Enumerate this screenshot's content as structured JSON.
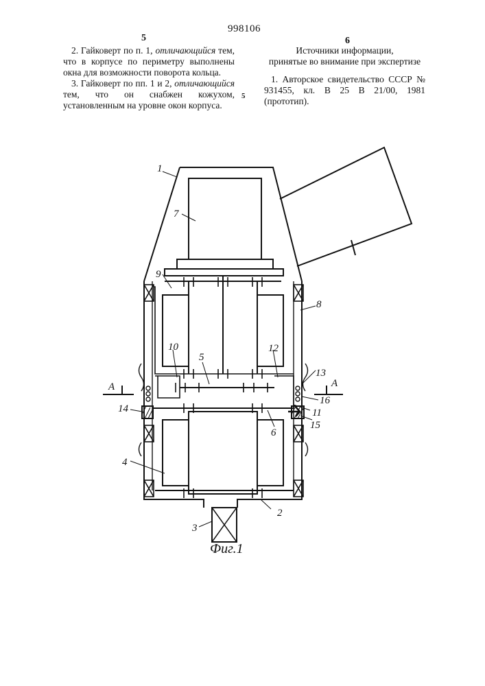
{
  "header": {
    "doc_number": "998106",
    "left_column_number": "5",
    "right_column_number": "6"
  },
  "left_column": {
    "claim2_start": "2. Гайковерт по п. 1, ",
    "claim2_italic": "отличающийся",
    "claim2_rest": " тем, что в корпусе по периметру выполнены окна для возможности поворота кольца.",
    "claim3_start": "3. Гайковерт по пп. 1 и 2, ",
    "claim3_italic": "отличающийся",
    "claim3_rest": " тем, что он снабжен кожухом, установленным на уровне окон корпуса."
  },
  "right_column": {
    "sources_heading_line1": "Источники информации,",
    "sources_heading_line2": "принятые во внимание при экспертизе",
    "reference": "1. Авторское свидетельство СССР № 931455, кл. В 25 В 21/00, 1981 (прототип).",
    "line_marker": "5"
  },
  "figure": {
    "caption": "Фиг.1",
    "section_letter_left": "А",
    "section_letter_right": "А",
    "labels": {
      "l1": "1",
      "l2": "2",
      "l3": "3",
      "l4": "4",
      "l5": "5",
      "l6": "6",
      "l7": "7",
      "l8": "8",
      "l9": "9",
      "l10": "10",
      "l11": "11",
      "l12": "12",
      "l13": "13",
      "l14": "14",
      "l15": "15",
      "l16": "16"
    }
  }
}
